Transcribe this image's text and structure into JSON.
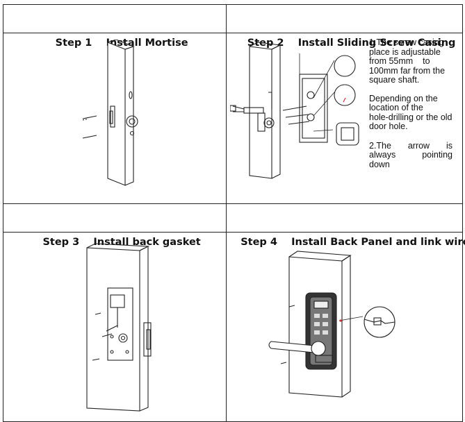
{
  "steps": [
    {
      "number": "Step 1",
      "title": "Install Mortise"
    },
    {
      "number": "Step 2",
      "title": "Install Sliding Screw Casing"
    },
    {
      "number": "Step 3",
      "title": "Install back gasket"
    },
    {
      "number": "Step 4",
      "title": "Install Back Panel and link wire"
    }
  ],
  "step2_notes": {
    "note1_lines": [
      "1.The screw casing",
      "place is adjustable",
      "from 55mm    to",
      "100mm far from the",
      "square shaft."
    ],
    "note2_lines": [
      "Depending on the",
      "location of the",
      "hole-drilling or the old",
      "door hole."
    ],
    "note3_row1": [
      "2.The",
      "arrow",
      "is"
    ],
    "note3_row2": [
      "always",
      "pointing"
    ],
    "note3_row3": "down"
  }
}
